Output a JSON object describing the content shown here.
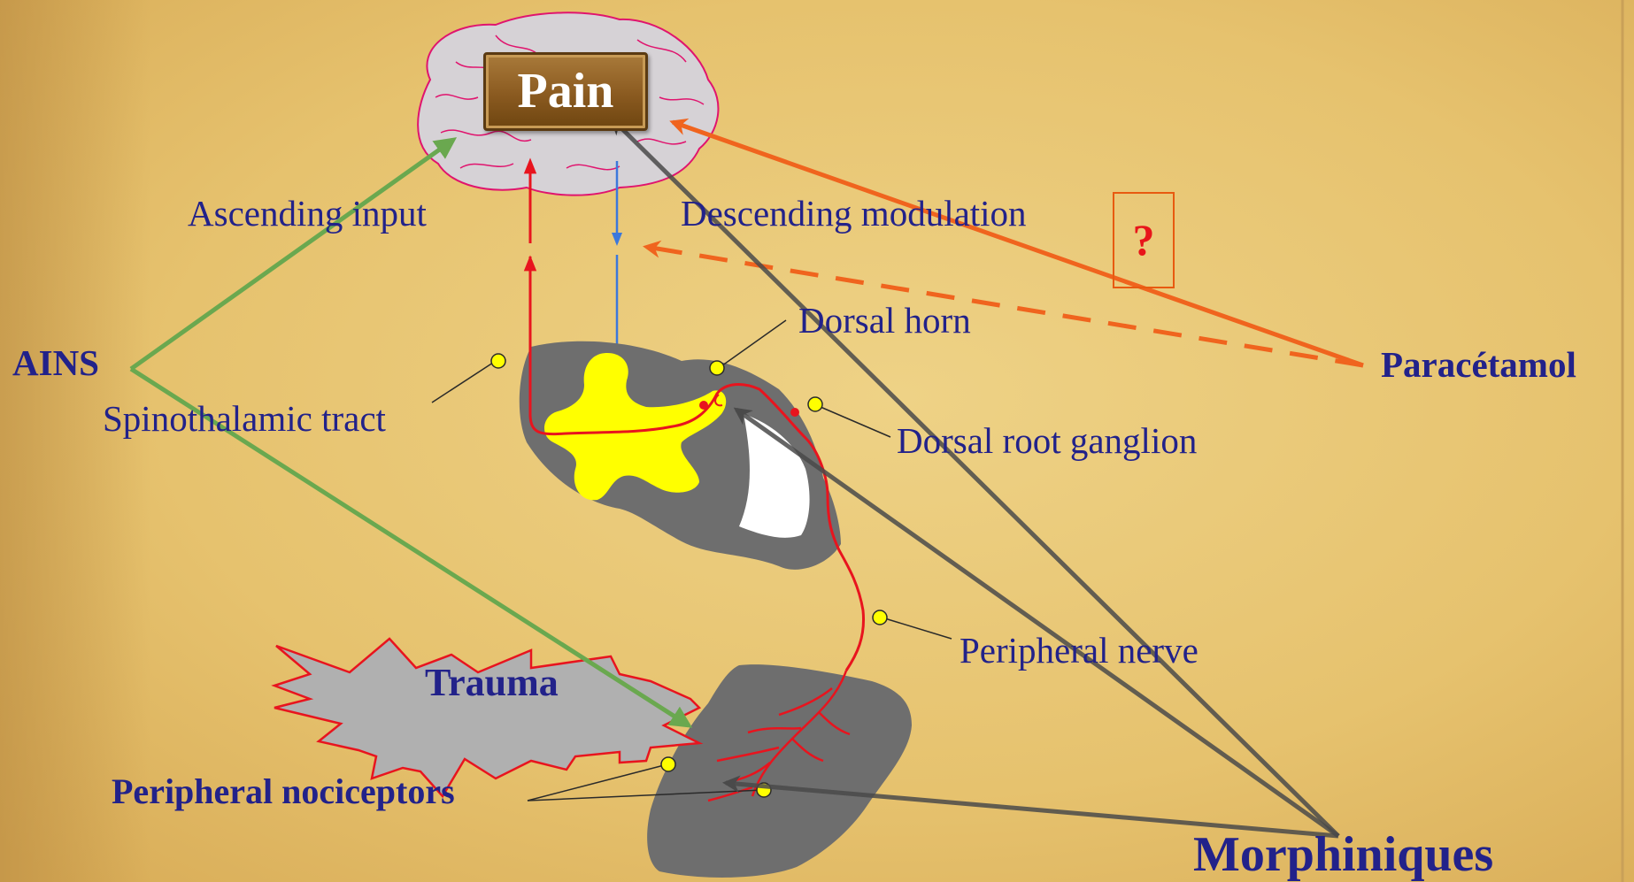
{
  "pain_label": "Pain",
  "question_mark": "?",
  "labels": {
    "ascending_input": "Ascending input",
    "descending_modulation": "Descending modulation",
    "dorsal_horn": "Dorsal horn",
    "spinothalamic_tract": "Spinothalamic tract",
    "dorsal_root_ganglion": "Dorsal root ganglion",
    "peripheral_nerve": "Peripheral nerve",
    "trauma": "Trauma",
    "peripheral_nociceptors": "Peripheral nociceptors"
  },
  "drugs": {
    "ains": "AINS",
    "paracetamol": "Paracétamol",
    "morphiniques": "Morphiniques"
  },
  "colors": {
    "background": "#e9c874",
    "brain_fill": "#d8d4d8",
    "brain_outline": "#e0146e",
    "pain_box": "#8a5a20",
    "gray_matter": "#ffff00",
    "tissue": "#6e6e6e",
    "nerve": "#e8141e",
    "ains_arrow": "#6aa84f",
    "paracetamol_arrow": "#f0641e",
    "morphine_arrow": "#4a4a4a",
    "descending_arrow": "#3c78dc",
    "label_text": "#22228a"
  }
}
